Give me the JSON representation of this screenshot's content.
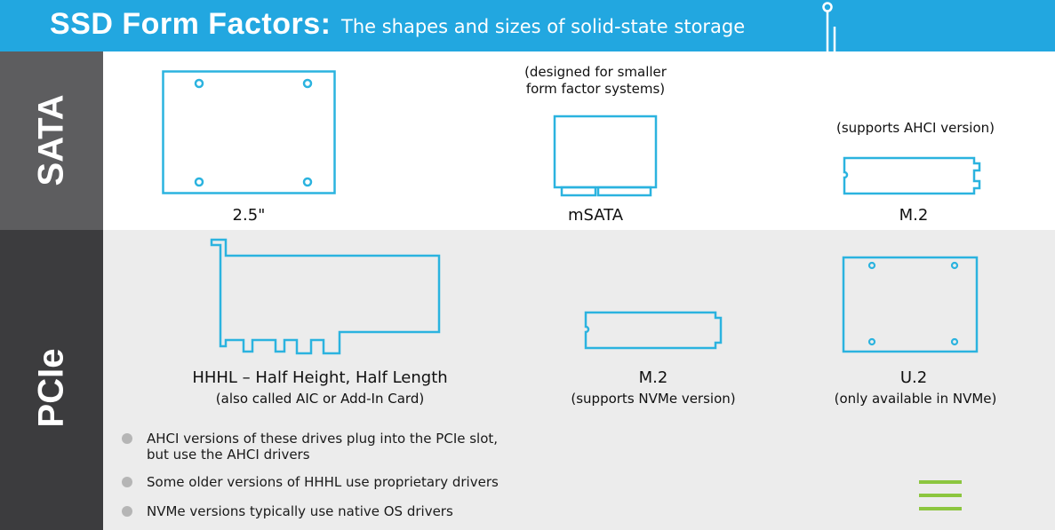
{
  "header": {
    "title_main": "SSD Form Factors:",
    "title_sub": "The shapes and sizes of solid-state storage",
    "icon": "usb-plug-icon"
  },
  "sections": {
    "sata_label": "SATA",
    "pcie_label": "PCIe"
  },
  "sata": {
    "drive_25_label": "2.5\"",
    "msata_note": [
      "(designed for smaller",
      "form factor systems)"
    ],
    "msata_label": "mSATA",
    "m2_note": "(supports AHCI version)",
    "m2_label": "M.2"
  },
  "pcie": {
    "hhhl_label": "HHHL – Half Height, Half Length",
    "hhhl_note": "(also called AIC or Add-In Card)",
    "m2_label": "M.2",
    "m2_note": "(supports NVMe version)",
    "u2_label": "U.2",
    "u2_note": "(only available in NVMe)"
  },
  "bullets": [
    [
      "AHCI versions of these drives plug into the PCIe slot,",
      "but use the AHCI drivers"
    ],
    [
      "Some older versions of HHHL use proprietary drivers"
    ],
    [
      "NVMe versions typically use native OS drivers"
    ]
  ],
  "colors": {
    "header_bg": "#22a7e0",
    "outline": "#2bb3df",
    "sata_side": "#5d5d5f",
    "pcie_side": "#3c3c3e",
    "accent_green": "#8cc63f"
  },
  "menu_icon": "hamburger-menu-icon"
}
